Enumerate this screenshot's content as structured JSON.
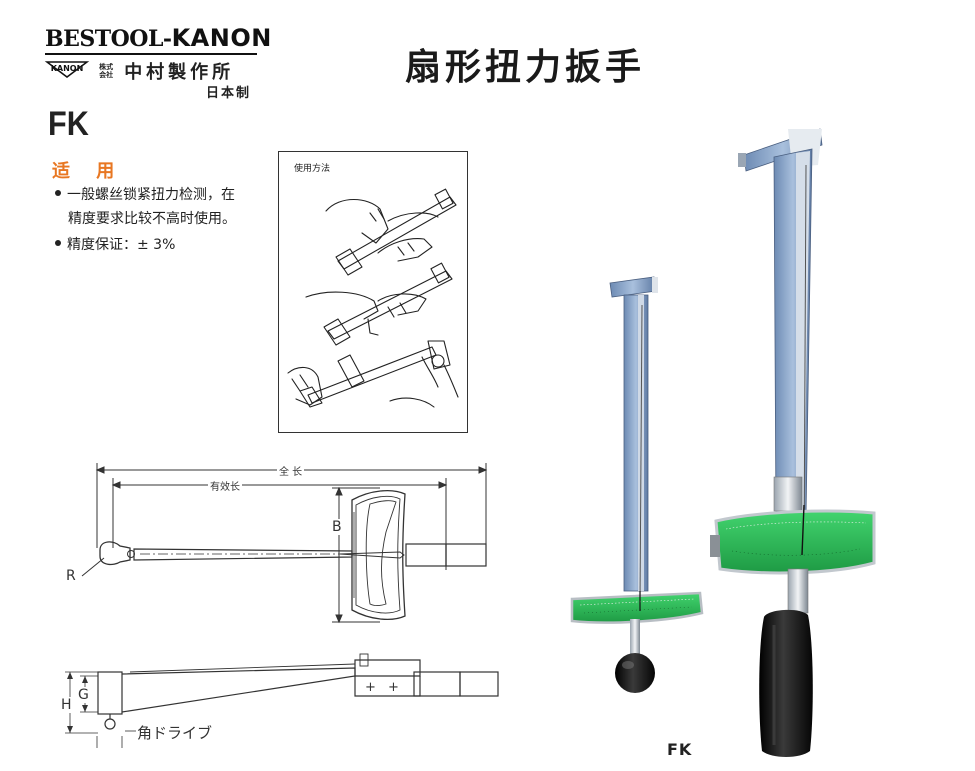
{
  "header": {
    "brand_left": "BESTOOL",
    "brand_sep": "-",
    "brand_right": "KANON",
    "logo_text": "KANON",
    "kabushiki_line1": "株式",
    "kabushiki_line2": "会社",
    "company": "中村製作所",
    "made_in": "日本制",
    "model": "FK",
    "title": "扇形扭力扳手"
  },
  "application": {
    "heading": "适 用",
    "bullet1_line1": "一般螺丝锁紧扭力检测，在",
    "bullet1_line2": "精度要求比较不高时使用。",
    "bullet2": "精度保证：± 3%"
  },
  "usage": {
    "label": "使用方法"
  },
  "drawing": {
    "total_length": "全  长",
    "effective_length": "有效长",
    "label_b": "B",
    "label_r": "R",
    "label_h": "H",
    "label_g": "G",
    "square_drive": "角ドライブ",
    "plus_mark": "+"
  },
  "photo": {
    "caption": "FK"
  },
  "colors": {
    "accent_orange": "#e87722",
    "scale_green": "#2ec25a",
    "steel_blue": "#8aa6c8",
    "grip_black": "#111111"
  }
}
